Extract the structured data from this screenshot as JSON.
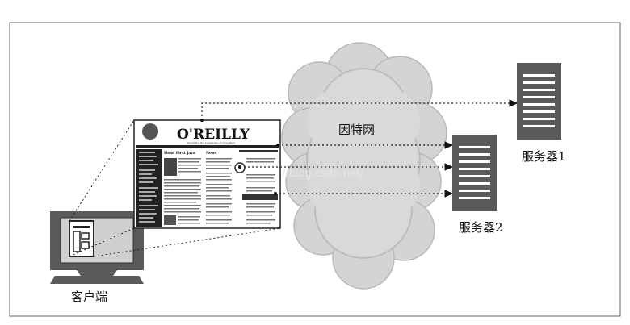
{
  "diagram": {
    "internet_label": "因特网",
    "client_label": "客户端",
    "server1_label": "服务器1",
    "server2_label": "服务器2",
    "watermark": "http://blog.csdn.net/"
  },
  "webpage": {
    "logo": "O'REILLY",
    "tagline": "Spreading the knowledge of innovators",
    "headline_left": "Head First Java",
    "headline_right": "News"
  },
  "colors": {
    "frame": "#555555",
    "cloud": "#d6d6d6",
    "server": "#5a5a5a",
    "monitor": "#5a5a5a",
    "connector": "#222222"
  }
}
